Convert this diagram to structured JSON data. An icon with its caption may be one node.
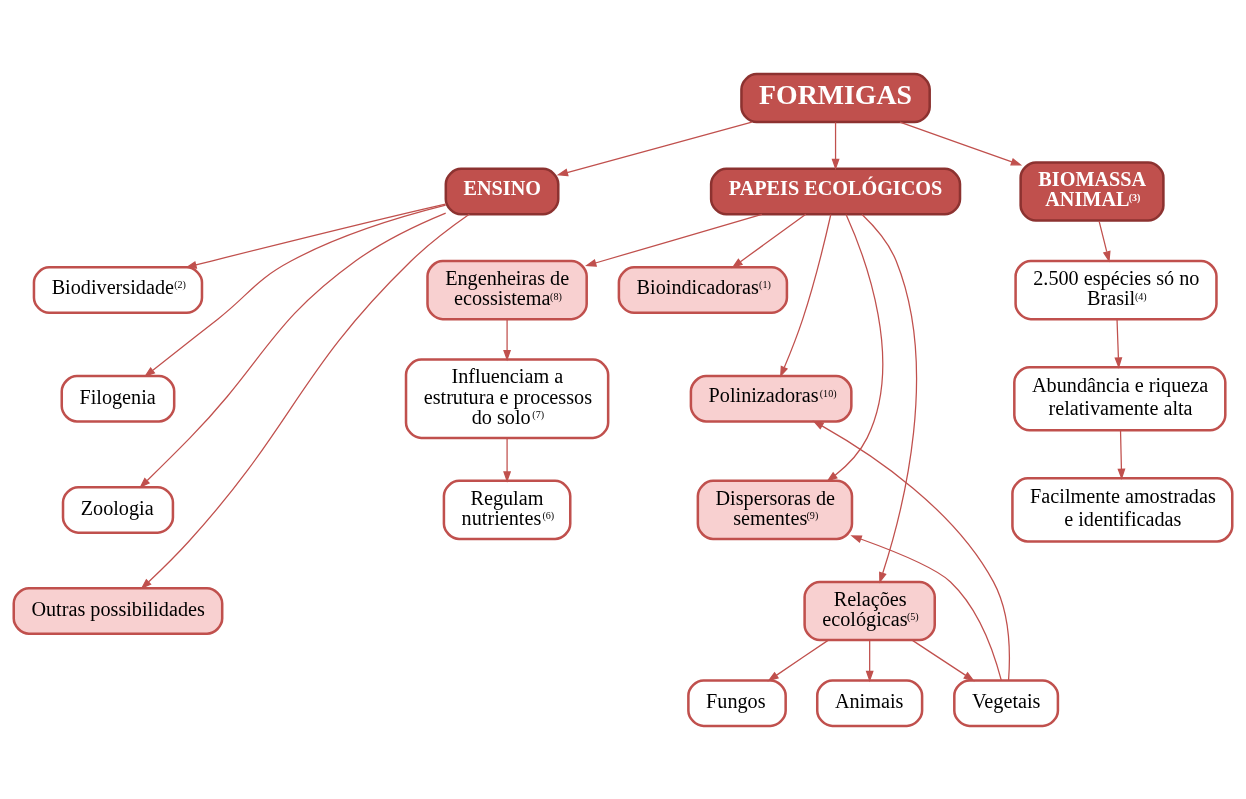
{
  "diagram": {
    "nodes": [
      {
        "text": [
          "FORMIGAS"
        ]
      },
      {
        "text": [
          "ENSINO"
        ]
      },
      {
        "text": [
          "PAPEIS ECOLÓGICOS"
        ]
      },
      {
        "text": [
          "BIOMASSA ANIMAL$^{(3)}$"
        ]
      },
      {
        "text": [
          "Biodiversidade$^{(2)}$"
        ]
      },
      {
        "text": [
          "Engenheiras de ecossistema$^{(8)}$"
        ]
      },
      {
        "text": [
          "Bioindicadoras$^{(1)}$"
        ]
      },
      {
        "text": [
          "2.500 espécies só no Brasil$^{(4)}$"
        ]
      },
      {
        "text": [
          "Polinizadoras$^{(10)}$"
        ]
      },
      {
        "text": [
          "Filogenia"
        ]
      },
      {
        "text": [
          "Influenciam a estrutura e processos do solo$^{(7)}$"
        ]
      },
      {
        "text": [
          "Abundância e riqueza relativamente alta"
        ]
      },
      {
        "text": [
          "Dispersoras de sementes$^{(9)}$"
        ]
      },
      {
        "text": [
          "Zoologia"
        ]
      },
      {
        "text": [
          "Regulam nutrientes$^{(6)}$"
        ]
      },
      {
        "text": [
          "Facilmente amostradas e identificadas"
        ]
      },
      {
        "text": [
          "Outras possibilidades"
        ]
      },
      {
        "text": [
          "Relações ecológicas$^{(5)}$"
        ]
      },
      {
        "text": [
          "Fungos"
        ]
      },
      {
        "text": [
          "Animais"
        ]
      },
      {
        "text": [
          "Vegetais"
        ]
      }
    ],
    "edges": [
      {
        "from": 0,
        "to": 1,
        "arrow": "to"
      },
      {
        "from": 0,
        "to": 2,
        "arrow": "to"
      },
      {
        "from": 0,
        "to": 3,
        "arrow": "to"
      },
      {
        "from": 1,
        "to": 4,
        "arrow": "to"
      },
      {
        "from": 1,
        "to": 9,
        "arrow": "to"
      },
      {
        "from": 1,
        "to": 13,
        "arrow": "to"
      },
      {
        "from": 1,
        "to": 16,
        "arrow": "to"
      },
      {
        "from": 2,
        "to": 5,
        "arrow": "to"
      },
      {
        "from": 2,
        "to": 6,
        "arrow": "to"
      },
      {
        "from": 2,
        "to": 8,
        "arrow": "to"
      },
      {
        "from": 2,
        "to": 12,
        "arrow": "to"
      },
      {
        "from": 2,
        "to": 17,
        "arrow": "to"
      },
      {
        "from": 5,
        "to": 10,
        "arrow": "to"
      },
      {
        "from": 10,
        "to": 14,
        "arrow": "to"
      },
      {
        "from": 17,
        "to": 18,
        "arrow": "to"
      },
      {
        "from": 17,
        "to": 19,
        "arrow": "to"
      },
      {
        "from": 17,
        "to": 20,
        "arrow": "to"
      },
      {
        "from": 20,
        "to": 8,
        "arrow": "to"
      },
      {
        "from": 20,
        "to": 12,
        "arrow": "to"
      },
      {
        "from": 3,
        "to": 7,
        "arrow": "to"
      },
      {
        "from": 7,
        "to": 11,
        "arrow": "to"
      },
      {
        "from": 11,
        "to": 15,
        "arrow": "to"
      }
    ]
  }
}
